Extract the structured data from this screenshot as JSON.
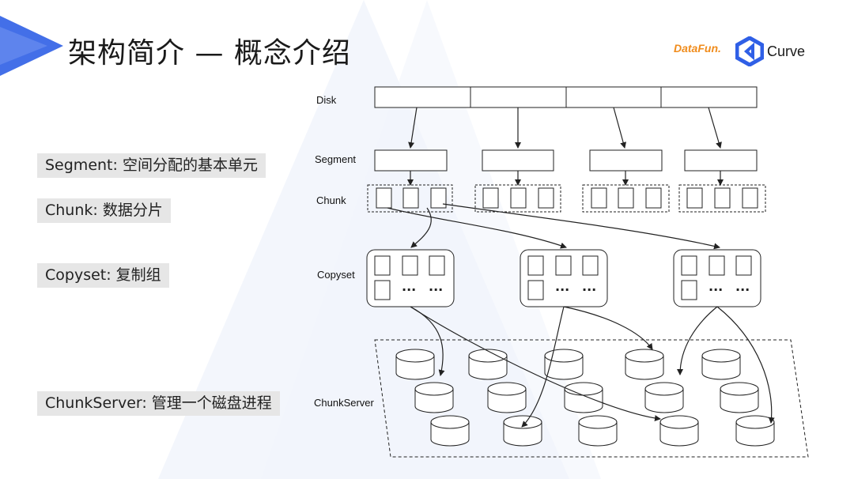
{
  "slide": {
    "title": "架构简介 — 概念介绍",
    "logos": {
      "datafun": "DataFun.",
      "curve": "Curve"
    }
  },
  "concepts": [
    {
      "id": "segment",
      "text": "Segment: 空间分配的基本单元"
    },
    {
      "id": "chunk",
      "text": "Chunk: 数据分片"
    },
    {
      "id": "copyset",
      "text": "Copyset: 复制组"
    },
    {
      "id": "chunkserver",
      "text": "ChunkServer: 管理一个磁盘进程"
    }
  ],
  "diagram": {
    "row_labels": {
      "disk": "Disk",
      "segment": "Segment",
      "chunk": "Chunk",
      "copyset": "Copyset",
      "chunkserver": "ChunkServer"
    },
    "ellipsis": "···"
  },
  "colors": {
    "accent_blue": "#2f5fe6",
    "label_bg": "#e6e6e6",
    "datafun_orange": "#f08c1c",
    "stroke": "#222222"
  }
}
